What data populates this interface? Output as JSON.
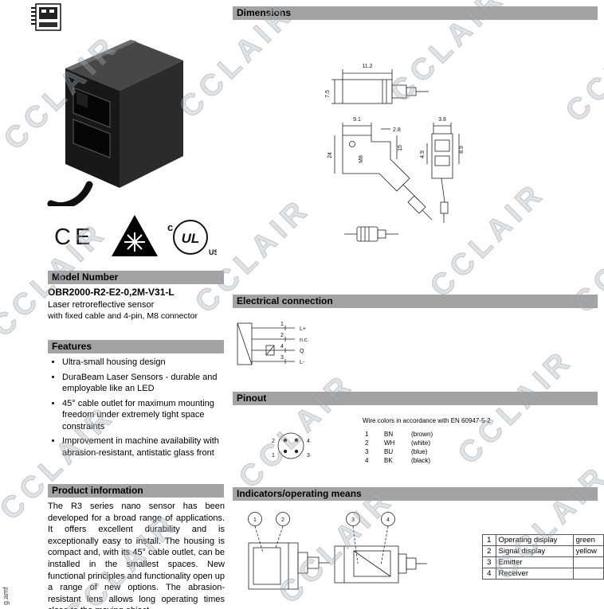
{
  "watermark": "CCLAIR",
  "page": {
    "side_text": "g.amf"
  },
  "logos": {
    "ce": "CE",
    "ul_c": "c",
    "ul": "UL",
    "ul_us": "US"
  },
  "left": {
    "model": {
      "header": "Model Number",
      "value": "OBR2000-R2-E2-0,2M-V31-L",
      "desc1": "Laser retroreflective sensor",
      "desc2": "with fixed cable and 4-pin, M8 connector"
    },
    "features": {
      "header": "Features",
      "items": [
        "Ultra-small housing design",
        "DuraBeam Laser Sensors - durable and employable like an LED",
        "45° cable outlet for maximum mounting freedom under extremely tight space constraints",
        "Improvement in machine availability with abrasion-resistant, antistatic glass front"
      ]
    },
    "product_info": {
      "header": "Product information",
      "text": "The R3 series nano sensor has been developed for a broad range of applications. It offers excellent durability and is exceptionally easy to install. The housing is compact and, with its 45° cable outlet, can be installed in the smallest spaces. New functional principles and functionality open up a range of new options. The abrasion-resistant lens allows long operating times close to the moving object."
    }
  },
  "right": {
    "dimensions": {
      "header": "Dimensions",
      "labels": {
        "top_width": "11.2",
        "top_height": "7.5",
        "side_width": "9.1",
        "side_depth": "2.8",
        "thread": "M8",
        "side_inner": "15",
        "side_height": "24",
        "front_width": "3.8",
        "front_height": "8.9",
        "front_lens": "4.9"
      }
    },
    "electrical": {
      "header": "Electrical connection",
      "pins": [
        {
          "num": "1",
          "label": "L+"
        },
        {
          "num": "2",
          "label": "n.c."
        },
        {
          "num": "4",
          "label": "Q"
        },
        {
          "num": "3",
          "label": "L-"
        }
      ]
    },
    "pinout": {
      "header": "Pinout",
      "note": "Wire colors in accordance with EN 60947-5-2",
      "pin_positions": {
        "tl": "2",
        "tr": "4",
        "bl": "1",
        "br": "3"
      },
      "wires": [
        {
          "pin": "1",
          "code": "BN",
          "color": "(brown)"
        },
        {
          "pin": "2",
          "code": "WH",
          "color": "(white)"
        },
        {
          "pin": "3",
          "code": "BU",
          "color": "(blue)"
        },
        {
          "pin": "4",
          "code": "BK",
          "color": "(black)"
        }
      ]
    },
    "indicators": {
      "header": "Indicators/operating means",
      "callouts": [
        "1",
        "2",
        "3",
        "4"
      ],
      "rows": [
        {
          "num": "1",
          "label": "Operating display",
          "color": "green"
        },
        {
          "num": "2",
          "label": "Signal display",
          "color": "yellow"
        },
        {
          "num": "3",
          "label": "Emitter",
          "color": ""
        },
        {
          "num": "4",
          "label": "Receiver",
          "color": ""
        }
      ]
    }
  },
  "colors": {
    "header_bar": "#a3a3a3",
    "watermark": "#a5aeb7"
  }
}
